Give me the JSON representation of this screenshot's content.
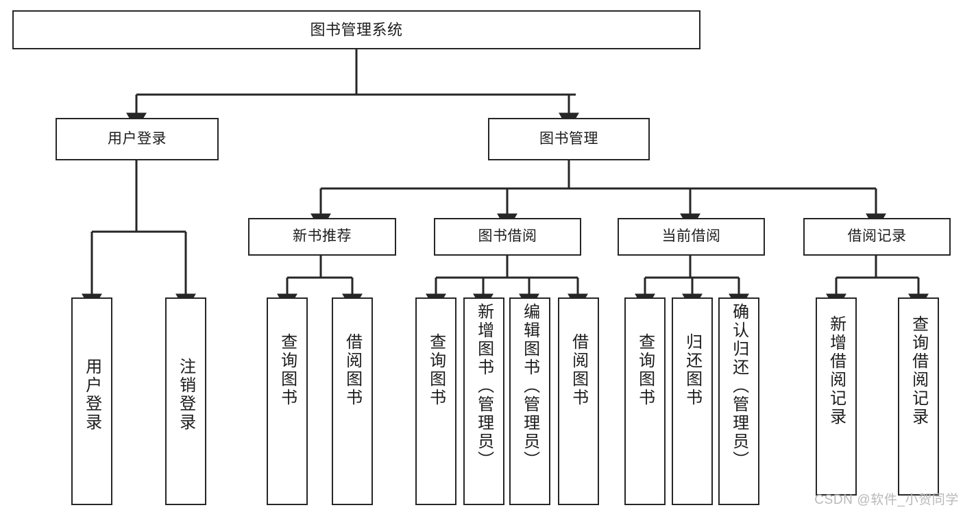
{
  "diagram": {
    "title": "图书管理系统",
    "type": "tree",
    "watermark": "CSDN @软件_小贺同学",
    "colors": {
      "stroke": "#262626",
      "fill": "#ffffff",
      "text": "#1c1c1c",
      "watermark": "#b8b8b8"
    },
    "root": {
      "label": "图书管理系统"
    },
    "level1": [
      {
        "label": "用户登录"
      },
      {
        "label": "图书管理"
      }
    ],
    "level2": [
      {
        "label": "新书推荐"
      },
      {
        "label": "图书借阅"
      },
      {
        "label": "当前借阅"
      },
      {
        "label": "借阅记录"
      }
    ],
    "leaves": {
      "user_login": [
        {
          "label": "用户登录"
        },
        {
          "label": "注销登录"
        }
      ],
      "new_book_recommend": [
        {
          "label": "查询图书"
        },
        {
          "label": "借阅图书"
        }
      ],
      "book_borrow": [
        {
          "label": "查询图书"
        },
        {
          "label": "新增图书（管理员）"
        },
        {
          "label": "编辑图书（管理员）"
        },
        {
          "label": "借阅图书"
        }
      ],
      "current_borrow": [
        {
          "label": "查询图书"
        },
        {
          "label": "归还图书"
        },
        {
          "label": "确认归还（管理员）"
        }
      ],
      "borrow_record": [
        {
          "label": "新增借阅记录"
        },
        {
          "label": "查询借阅记录"
        }
      ]
    }
  }
}
